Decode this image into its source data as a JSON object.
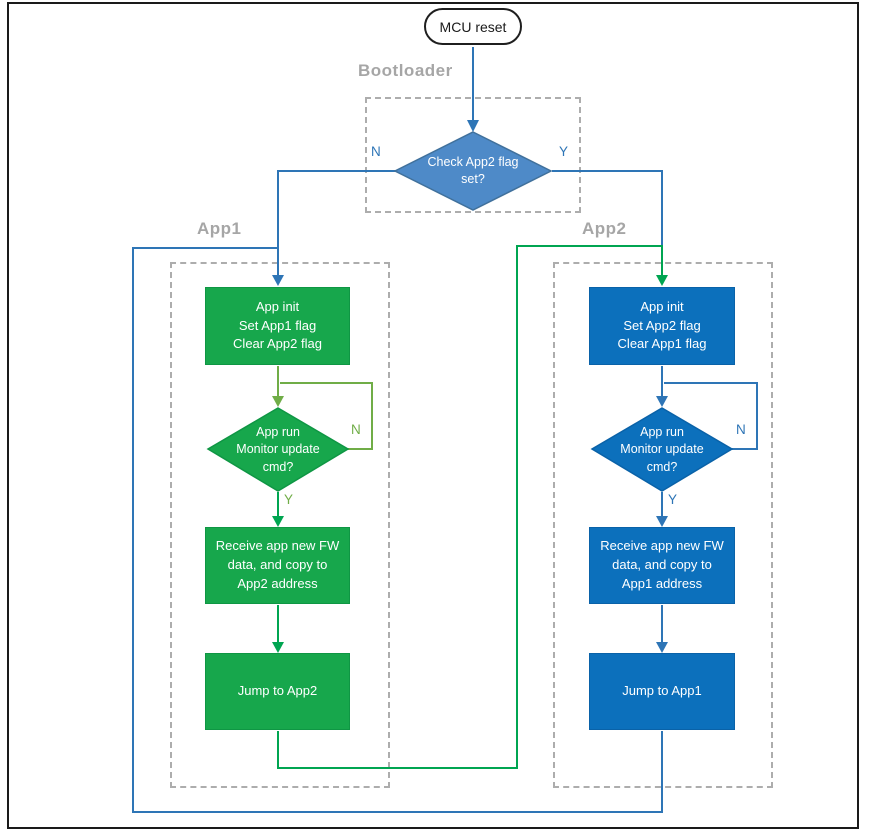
{
  "labels": {
    "bootloader": "Bootloader",
    "app1": "App1",
    "app2": "App2",
    "yes": "Y",
    "no": "N"
  },
  "nodes": {
    "mcu_reset": "MCU reset",
    "bootloader_decision": {
      "line1": "Check App2 flag",
      "line2": "set?"
    },
    "app1_init": {
      "line1": "App init",
      "line2": "Set App1 flag",
      "line3": "Clear App2 flag"
    },
    "app1_run": {
      "line1": "App run",
      "line2": "Monitor update",
      "line3": "cmd?"
    },
    "app1_receive": {
      "line1": "Receive app new FW",
      "line2": "data, and copy to",
      "line3": "App2 address"
    },
    "app1_jump": "Jump to App2",
    "app2_init": {
      "line1": "App init",
      "line2": "Set App2 flag",
      "line3": "Clear App1 flag"
    },
    "app2_run": {
      "line1": "App run",
      "line2": "Monitor update",
      "line3": "cmd?"
    },
    "app2_receive": {
      "line1": "Receive app new FW",
      "line2": "data, and copy to",
      "line3": "App1 address"
    },
    "app2_jump": "Jump to App1"
  },
  "colors": {
    "connector_blue": "#2E75B6",
    "connector_green": "#00A551",
    "connector_olive": "#70AD47",
    "shape_green": "#17A74C",
    "shape_green_border": "#0F9644",
    "shape_blue": "#0C70BC",
    "shape_blue_border": "#0A62A8",
    "decision_blue": "#4E8AC8",
    "decision_blue_border": "#41719C",
    "section_label_gray": "#A6A6A6",
    "dashed_border_gray": "#ADADAD"
  }
}
